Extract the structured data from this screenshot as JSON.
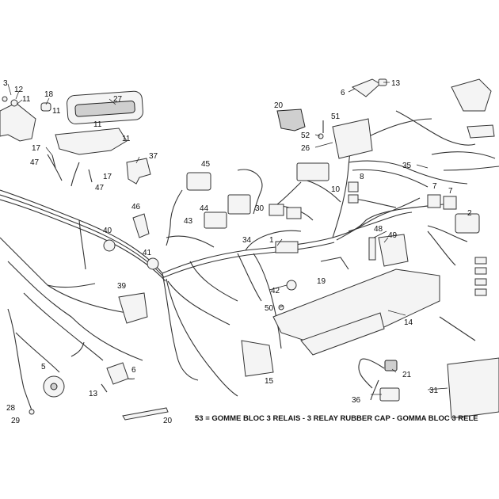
{
  "caption": "53 = GOMME BLOC 3 RELAIS - 3 RELAY RUBBER CAP - GOMMA BLOC 3 RELE",
  "callouts": [
    {
      "id": "c-3",
      "text": "3"
    },
    {
      "id": "c-12",
      "text": "12"
    },
    {
      "id": "c-11a",
      "text": "11"
    },
    {
      "id": "c-18",
      "text": "18"
    },
    {
      "id": "c-27",
      "text": "27"
    },
    {
      "id": "c-11b",
      "text": "11"
    },
    {
      "id": "c-11c",
      "text": "11"
    },
    {
      "id": "c-11d",
      "text": "11"
    },
    {
      "id": "c-17a",
      "text": "17"
    },
    {
      "id": "c-47a",
      "text": "47"
    },
    {
      "id": "c-37",
      "text": "37"
    },
    {
      "id": "c-17b",
      "text": "17"
    },
    {
      "id": "c-47b",
      "text": "47"
    },
    {
      "id": "c-6a",
      "text": "6"
    },
    {
      "id": "c-13a",
      "text": "13"
    },
    {
      "id": "c-20a",
      "text": "20"
    },
    {
      "id": "c-51",
      "text": "51"
    },
    {
      "id": "c-52",
      "text": "52"
    },
    {
      "id": "c-26",
      "text": "26"
    },
    {
      "id": "c-35",
      "text": "35"
    },
    {
      "id": "c-45",
      "text": "45"
    },
    {
      "id": "c-8",
      "text": "8"
    },
    {
      "id": "c-10",
      "text": "10"
    },
    {
      "id": "c-7a",
      "text": "7"
    },
    {
      "id": "c-7b",
      "text": "7"
    },
    {
      "id": "c-2",
      "text": "2"
    },
    {
      "id": "c-46",
      "text": "46"
    },
    {
      "id": "c-44",
      "text": "44"
    },
    {
      "id": "c-30",
      "text": "30"
    },
    {
      "id": "c-43",
      "text": "43"
    },
    {
      "id": "c-40",
      "text": "40"
    },
    {
      "id": "c-34",
      "text": "34"
    },
    {
      "id": "c-48",
      "text": "48"
    },
    {
      "id": "c-49",
      "text": "49"
    },
    {
      "id": "c-1",
      "text": "1"
    },
    {
      "id": "c-41",
      "text": "41"
    },
    {
      "id": "c-19",
      "text": "19"
    },
    {
      "id": "c-39",
      "text": "39"
    },
    {
      "id": "c-42",
      "text": "42"
    },
    {
      "id": "c-50",
      "text": "50"
    },
    {
      "id": "c-14",
      "text": "14"
    },
    {
      "id": "c-5",
      "text": "5"
    },
    {
      "id": "c-6b",
      "text": "6"
    },
    {
      "id": "c-13b",
      "text": "13"
    },
    {
      "id": "c-21",
      "text": "21"
    },
    {
      "id": "c-15",
      "text": "15"
    },
    {
      "id": "c-36",
      "text": "36"
    },
    {
      "id": "c-31",
      "text": "31"
    },
    {
      "id": "c-28",
      "text": "28"
    },
    {
      "id": "c-29",
      "text": "29"
    },
    {
      "id": "c-20b",
      "text": "20"
    }
  ]
}
